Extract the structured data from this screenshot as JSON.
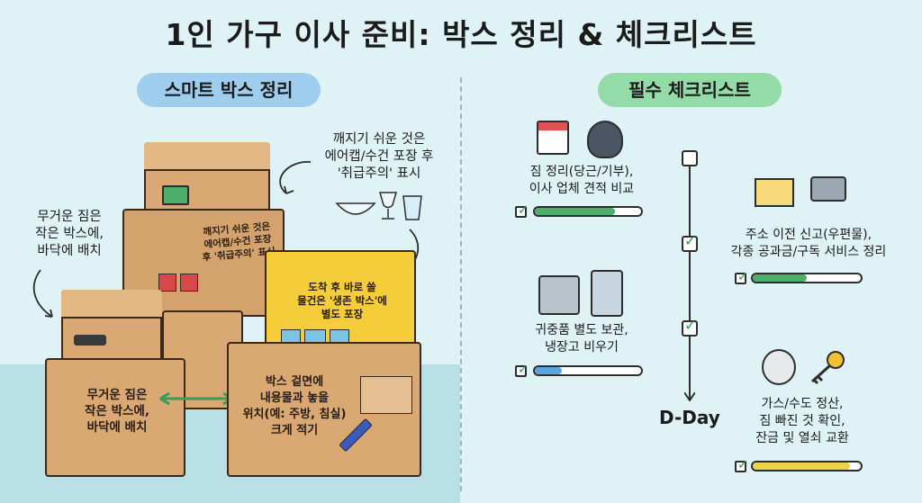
{
  "title": "1인 가구 이사 준비: 박스 정리 & 체크리스트",
  "left_section": {
    "header": "스마트 박스 정리",
    "note_fragile": "깨지기 쉬운 것은\n에어캡/수건 포장 후\n'취급주의' 표시",
    "note_heavy": "무거운 짐은\n작은 박스에,\n바닥에 배치",
    "box_fragile_label": "깨지기 쉬운 것은\n에어캡/수건 포장\n후 '취급주의' 표시",
    "box_essential_label": "도착 후 바로 쓸\n물건은 '생존 박스'에\n별도 포장",
    "box_heavy_label": "무거운 짐은\n작은 박스에,\n바닥에 배치",
    "box_label_tip": "박스 겉면에\n내용물과 놓을\n위치(예: 주방, 침실)\n크게 적기"
  },
  "right_section": {
    "header": "필수 체크리스트",
    "items": [
      {
        "text": "짐 정리(당근/기부),\n이사 업체 견적 비교",
        "progress": 0.75,
        "color": "#4cae6a",
        "icons": [
          "calendar-icon",
          "trash-bag-icon"
        ]
      },
      {
        "text": "주소 이전 신고(우편물),\n각종 공과금/구독 서비스 정리",
        "progress": 0.5,
        "color": "#4cae6a",
        "icons": [
          "envelope-icon",
          "water-tap-icon"
        ]
      },
      {
        "text": "귀중품 별도 보관,\n냉장고 비우기",
        "progress": 0.25,
        "color": "#5aa4e0",
        "icons": [
          "safe-icon",
          "refrigerator-icon"
        ]
      },
      {
        "text": "가스/수도 정산,\n짐 빠진 것 확인,\n잔금 및 열쇠 교환",
        "progress": 0.9,
        "color": "#f0d24a",
        "icons": [
          "gauge-icon",
          "key-icon"
        ]
      }
    ],
    "timeline_end": "D-Day"
  }
}
